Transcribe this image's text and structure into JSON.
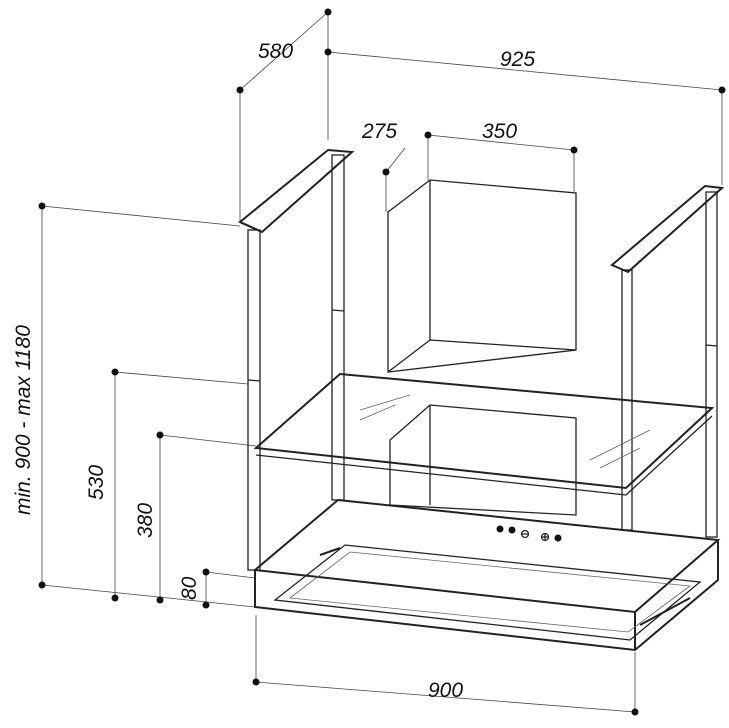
{
  "title": "Island hood dimension drawing",
  "dimensions": {
    "depth": "580",
    "width_top": "925",
    "chimney_depth": "275",
    "chimney_width": "350",
    "height_range": "min. 900 - max 1180",
    "shelf_upper": "530",
    "shelf_lower": "380",
    "hood_height": "80",
    "hood_width": "900"
  }
}
